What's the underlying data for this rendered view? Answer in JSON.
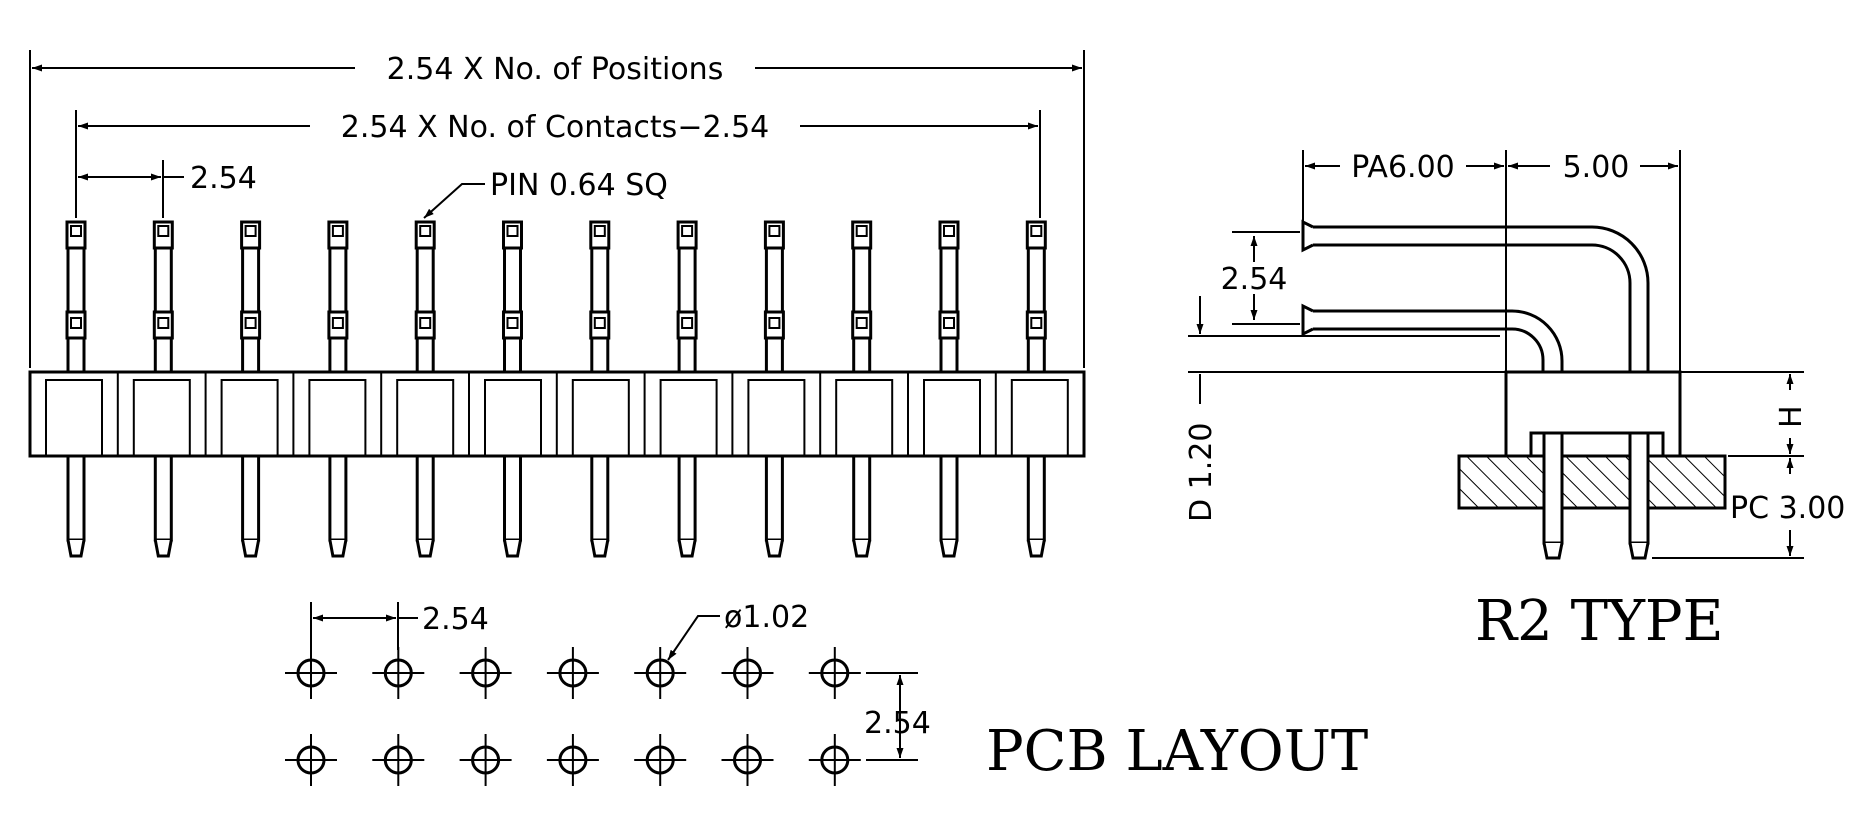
{
  "front_view": {
    "overall_dim": "2.54 X No. of Positions",
    "contacts_dim": "2.54 X No. of Contacts−2.54",
    "pitch_dim": "2.54",
    "pin_note": "PIN 0.64 SQ"
  },
  "side_view": {
    "pa_dim": "PA6.00",
    "offset_dim": "5.00",
    "row_pitch_dim": "2.54",
    "d_dim": "D 1.20",
    "h_dim": "H",
    "pc_dim": "PC 3.00",
    "caption": "R2 TYPE"
  },
  "pcb_layout": {
    "pitch_dim": "2.54",
    "hole_dim": "ø1.02",
    "row_pitch_dim": "2.54",
    "caption": "PCB LAYOUT"
  }
}
